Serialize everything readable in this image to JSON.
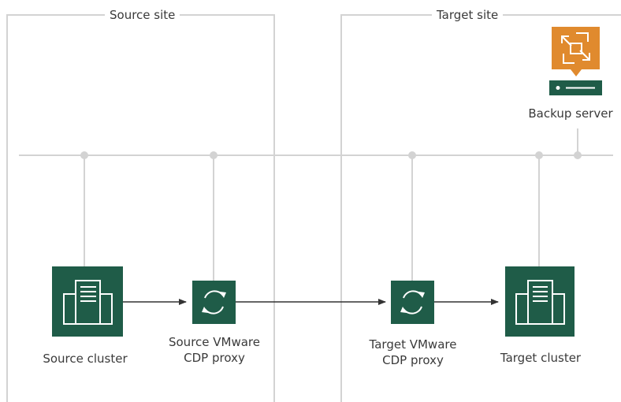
{
  "sites": {
    "source": {
      "title": "Source site"
    },
    "target": {
      "title": "Target site"
    }
  },
  "nodes": {
    "backup_server": {
      "label": "Backup server",
      "icon": "backup-server-icon"
    },
    "source_cluster": {
      "label": "Source cluster",
      "icon": "cluster-icon"
    },
    "source_proxy": {
      "label_line1": "Source VMware",
      "label_line2": "CDP proxy",
      "icon": "sync-icon"
    },
    "target_proxy": {
      "label_line1": "Target VMware",
      "label_line2": "CDP proxy",
      "icon": "sync-icon"
    },
    "target_cluster": {
      "label": "Target cluster",
      "icon": "cluster-icon"
    }
  },
  "colors": {
    "site_border": "#d3d3d3",
    "bus_line": "#d3d3d3",
    "node_green": "#1f5c48",
    "server_orange": "#e08a2e",
    "server_dark_green": "#1f5c48",
    "arrow": "#333333"
  }
}
